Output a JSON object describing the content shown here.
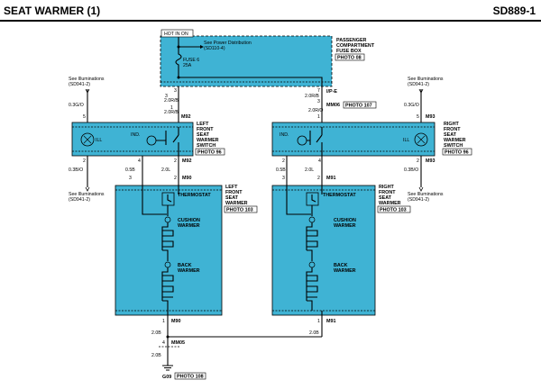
{
  "header": {
    "title": "SEAT WARMER (1)",
    "code": "SD889-1"
  },
  "colors": {
    "box_fill": "#3fb3d4",
    "line": "#000000",
    "bg": "#ffffff"
  },
  "fusebox": {
    "hot_label": "HOT IN ON",
    "see_power": "See Power Distribution",
    "see_power_ref": "(SD110-4)",
    "fuse_name": "FUSE 6",
    "fuse_amp": "25A",
    "box_title": [
      "PASSENGER",
      "COMPARTMENT",
      "FUSE BOX"
    ],
    "photo": "PHOTO 08",
    "pin_left": "3",
    "pin_right": "7",
    "connector": "I/P-E"
  },
  "left_switch": {
    "illum_top": [
      "See Illuminations",
      "(SD941-2)"
    ],
    "wire_top": "0.3G/O",
    "pin_top": "5",
    "feed_wire": "2.0R/B",
    "feed_pin": "3",
    "feed_pin2": "1",
    "conn_top": "M92",
    "ill": "ILL",
    "ind": "IND.",
    "title": [
      "LEFT",
      "FRONT",
      "SEAT",
      "WARMER",
      "SWITCH"
    ],
    "photo": "PHOTO 96",
    "pins_bottom": [
      "2",
      "4",
      "2"
    ],
    "conn_bottom": "M92",
    "wires_bottom": [
      "0.3B/O",
      "0.5B",
      "2.0L"
    ],
    "illum_bot": [
      "See Illuminations",
      "(SD941-2)"
    ]
  },
  "right_switch": {
    "illum_top": [
      "See Illuminations",
      "(SD941-2)"
    ],
    "wire_top": "0.3G/O",
    "pin_top": "5",
    "feed_wire_top": "2.0R/B",
    "feed_wire": "2.0R/O",
    "conn_mm": "MM06",
    "photo_mm": "PHOTO 107",
    "feed_pin": "3",
    "feed_pin2": "1",
    "conn_top": "M93",
    "ill": "ILL",
    "ind": "IND.",
    "title": [
      "RIGHT",
      "FRONT",
      "SEAT",
      "WARMER",
      "SWITCH"
    ],
    "photo": "PHOTO 96",
    "pins_bottom": [
      "2",
      "4",
      "2"
    ],
    "conn_bottom": "M93",
    "wires_bottom": [
      "0.3B/O",
      "0.5B",
      "2.0L"
    ],
    "illum_bot": [
      "See Illuminations",
      "(SD941-2)"
    ]
  },
  "left_warmer": {
    "title": [
      "LEFT",
      "FRONT",
      "SEAT",
      "WARMER"
    ],
    "photo": "PHOTO 103",
    "conn_top": "M90",
    "pins_top": [
      "3",
      "2"
    ],
    "thermostat": "THERMOSTAT",
    "cushion": [
      "CUSHION",
      "WARMER"
    ],
    "back": [
      "BACK",
      "WARMER"
    ],
    "pin_bottom": "1",
    "conn_bottom": "M90"
  },
  "right_warmer": {
    "title": [
      "RIGHT",
      "FRONT",
      "SEAT",
      "WARMER"
    ],
    "photo": "PHOTO 103",
    "conn_top": "M91",
    "pins_top": [
      "3",
      "2"
    ],
    "thermostat": "THERMOSTAT",
    "cushion": [
      "CUSHION",
      "WARMER"
    ],
    "back": [
      "BACK",
      "WARMER"
    ],
    "pin_bottom": "1",
    "conn_bottom": "M91"
  },
  "ground": {
    "wire_left": "2.0B",
    "wire_right": "2.0B",
    "pin_mm": "4",
    "conn_mm": "MM05",
    "wire_g": "2.0B",
    "ground_id": "G09",
    "photo": "PHOTO 108"
  }
}
